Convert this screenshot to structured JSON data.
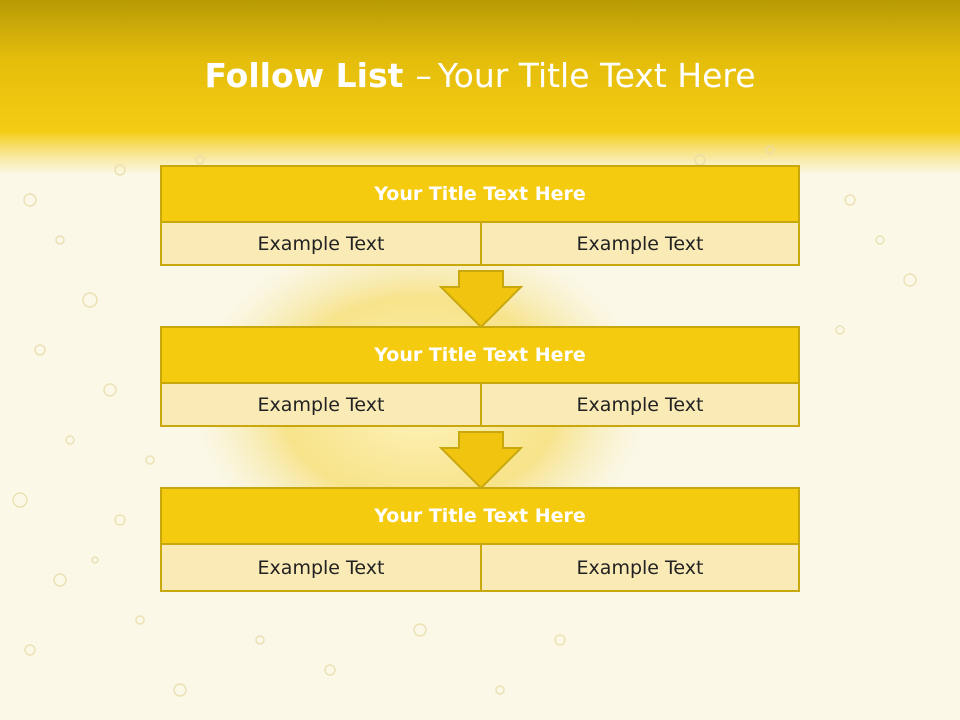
{
  "slide": {
    "title_bold": "Follow List",
    "title_separator": "–",
    "title_rest": "Your Title Text Here"
  },
  "steps": [
    {
      "title": "Your Title Text Here",
      "left": "Example Text",
      "right": "Example Text"
    },
    {
      "title": "Your Title Text Here",
      "left": "Example Text",
      "right": "Example Text"
    },
    {
      "title": "Your Title Text Here",
      "left": "Example Text",
      "right": "Example Text"
    }
  ],
  "colors": {
    "banner": "#f2c811",
    "title_fill": "#f5cb10",
    "cell_fill": "#faeab5",
    "border": "#c9a80e",
    "arrow": "#f1c40f"
  }
}
